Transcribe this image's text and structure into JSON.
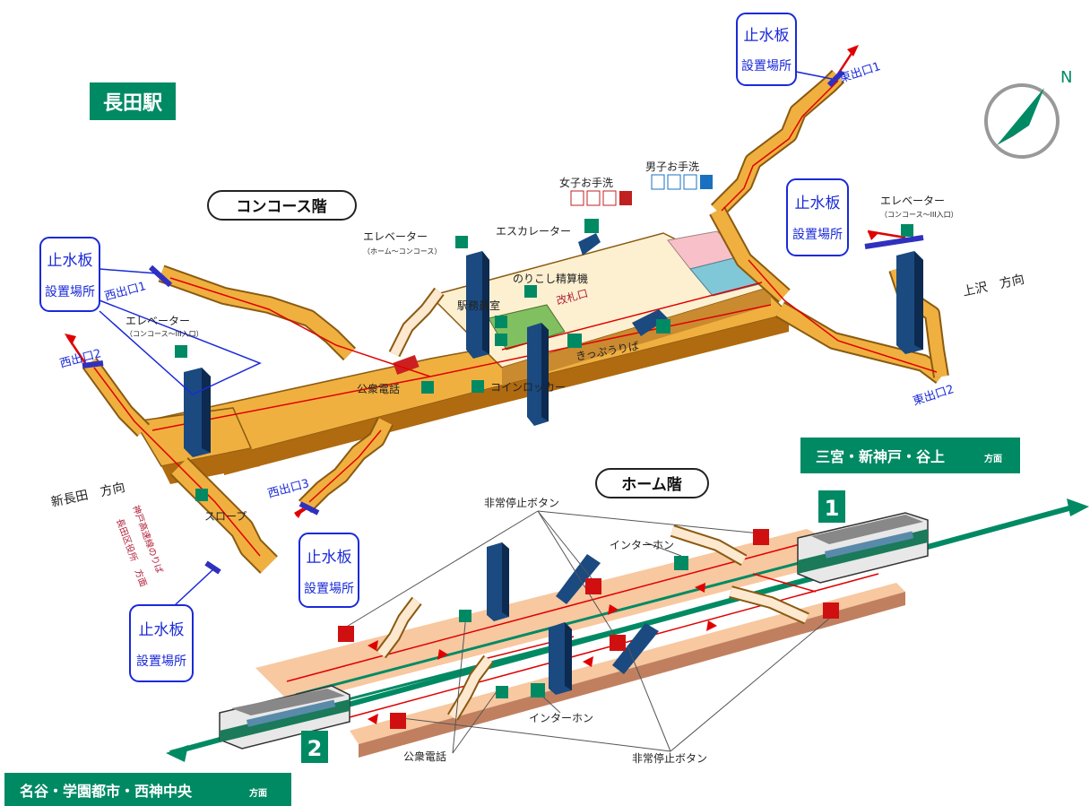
{
  "station": {
    "name": "長田駅"
  },
  "floors": {
    "concourse": "コンコース階",
    "platform": "ホーム階"
  },
  "directions": {
    "sannomiya": "三宮・新神戸・谷上",
    "sannomiya_suffix": "方面",
    "myodani": "名谷・学園都市・西神中央",
    "myodani_suffix": "方面",
    "kamisawa": "上沢　方向",
    "shinnagata": "新長田　方向"
  },
  "exits": {
    "east1": "東出口1",
    "east2": "東出口2",
    "west1": "西出口1",
    "west2": "西出口2",
    "west3": "西出口3"
  },
  "flood_boards": [
    {
      "line1": "止水板",
      "line2": "設置場所"
    },
    {
      "line1": "止水板",
      "line2": "設置場所"
    },
    {
      "line1": "止水板",
      "line2": "設置場所"
    },
    {
      "line1": "止水板",
      "line2": "設置場所"
    },
    {
      "line1": "止水板",
      "line2": "設置場所"
    }
  ],
  "facilities": {
    "elevator_platform": "エレベーター",
    "elevator_platform_sub": "（ホーム～コンコース）",
    "elevator_west": "エレベーター",
    "elevator_west_sub": "（コンコース～III入口）",
    "elevator_east": "エレベーター",
    "elevator_east_sub": "（コンコース～III入口）",
    "escalator": "エスカレーター",
    "womens_toilet": "女子お手洗",
    "mens_toilet": "男子お手洗",
    "fare_adjust": "のりこし精算機",
    "station_office": "駅務員室",
    "ticket_gate": "改札口",
    "ticket_sales": "きっぷうりば",
    "coin_locker": "コインロッカー",
    "payphone": "公衆電話",
    "slope": "スロープ",
    "kobe_route": "神戸高速線のりば",
    "ward_office": "長田区役所　方面"
  },
  "platform_labels": {
    "emergency_stop_top": "非常停止ボタン",
    "emergency_stop_bottom": "非常停止ボタン",
    "intercom_top": "インターホン",
    "intercom_bottom": "インターホン",
    "payphone": "公衆電話"
  },
  "tracks": {
    "track1": "1",
    "track2": "2"
  },
  "compass": {
    "letter": "N"
  },
  "colors": {
    "green": "#008a64",
    "corridor": "#f0b040",
    "corridor_dark": "#b06a10",
    "platform": "#f8c8a0",
    "route_red": "#e00000",
    "label_blue": "#1a2ad8",
    "elevator_blue": "#1a4a80"
  }
}
